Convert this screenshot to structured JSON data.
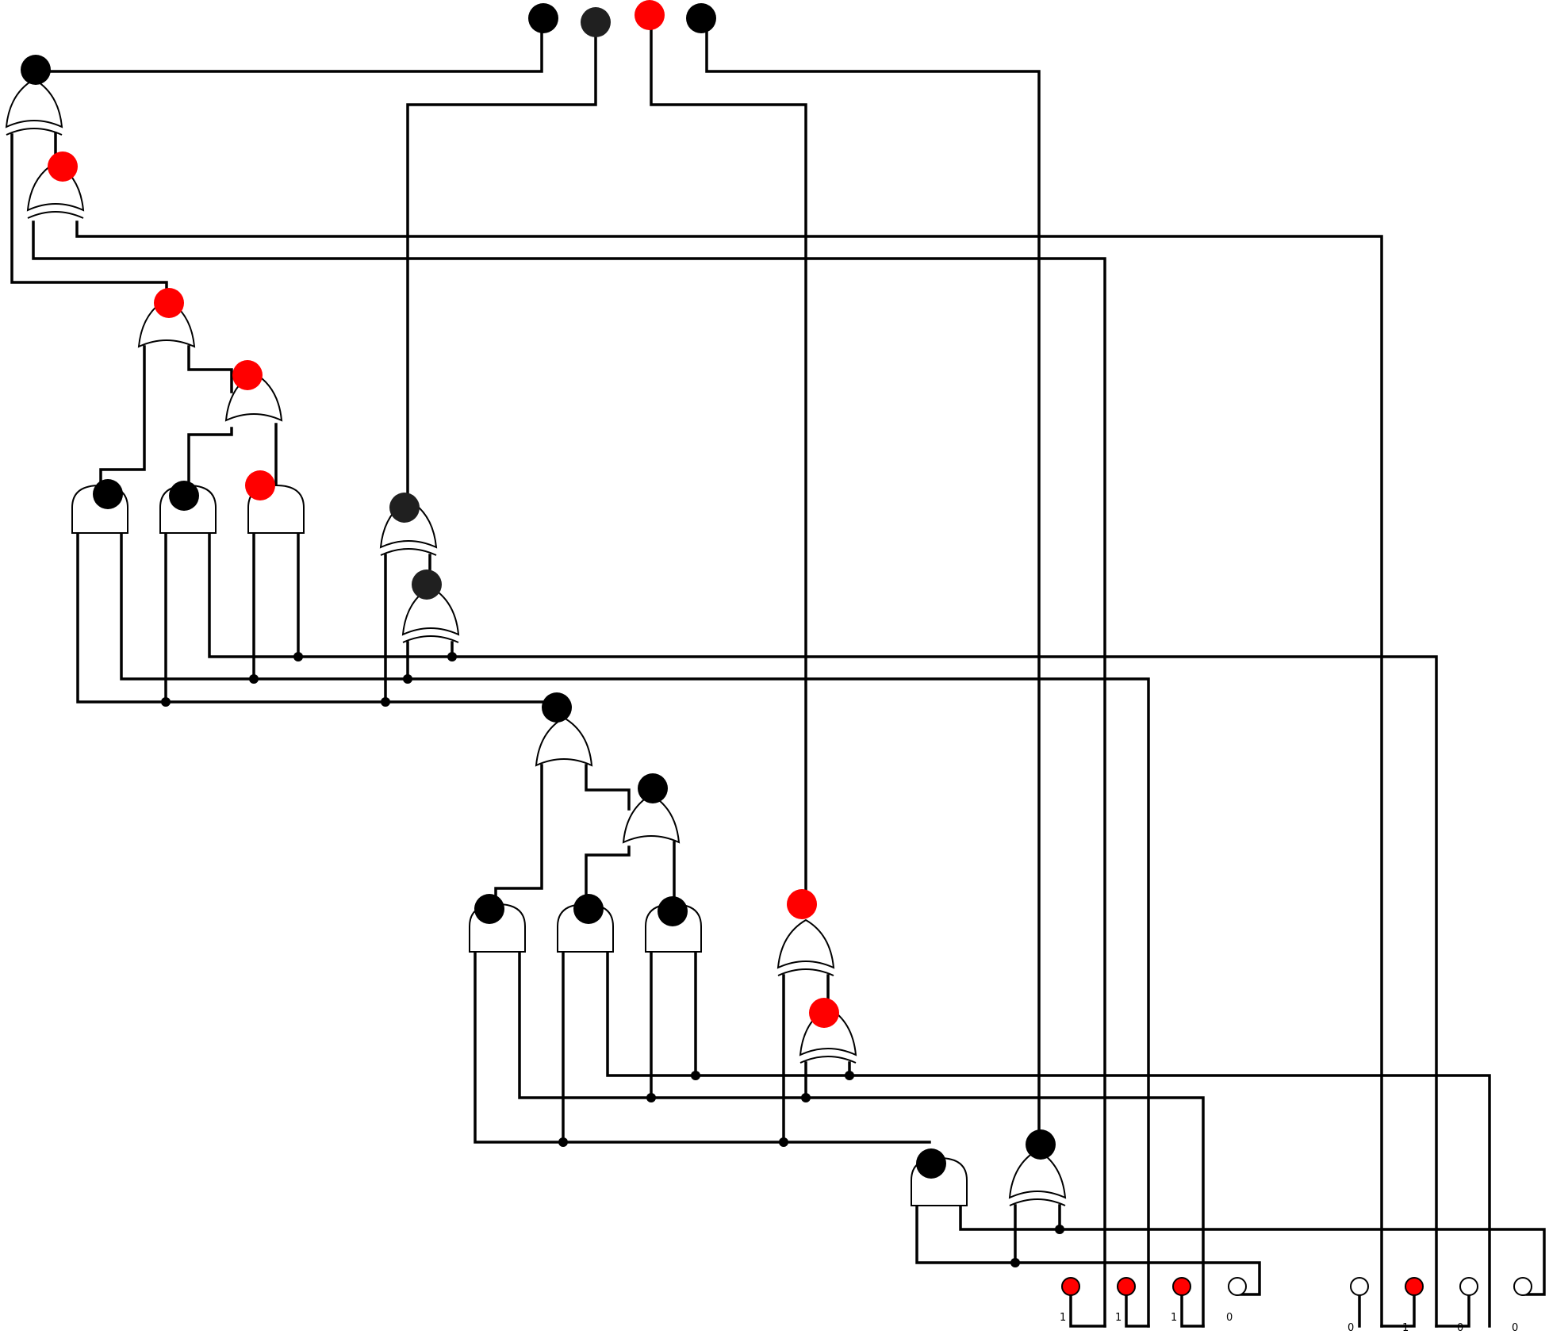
{
  "colors": {
    "wire": "#000000",
    "on": "#ff0000",
    "off": "#000000",
    "lamp_off": "#ffffff",
    "dim": "#202020"
  },
  "inputs": [
    {
      "id": "in-a",
      "state": "off"
    },
    {
      "id": "in-b",
      "state": "dim"
    },
    {
      "id": "in-c",
      "state": "on"
    },
    {
      "id": "in-d",
      "state": "off"
    }
  ],
  "gates": [
    {
      "id": "g1",
      "type": "xor",
      "state": "off"
    },
    {
      "id": "g2",
      "type": "xor",
      "state": "on"
    },
    {
      "id": "g3",
      "type": "or",
      "state": "on"
    },
    {
      "id": "g4",
      "type": "or",
      "state": "on"
    },
    {
      "id": "g5",
      "type": "and",
      "state": "off"
    },
    {
      "id": "g6",
      "type": "and",
      "state": "off"
    },
    {
      "id": "g7",
      "type": "and",
      "state": "on"
    },
    {
      "id": "g8",
      "type": "xor",
      "state": "dim"
    },
    {
      "id": "g9",
      "type": "xor",
      "state": "dim"
    },
    {
      "id": "g10",
      "type": "or",
      "state": "off"
    },
    {
      "id": "g11",
      "type": "or",
      "state": "off"
    },
    {
      "id": "g12",
      "type": "and",
      "state": "off"
    },
    {
      "id": "g13",
      "type": "and",
      "state": "off"
    },
    {
      "id": "g14",
      "type": "and",
      "state": "off"
    },
    {
      "id": "g15",
      "type": "xor",
      "state": "on"
    },
    {
      "id": "g16",
      "type": "xor",
      "state": "on"
    },
    {
      "id": "g17",
      "type": "and",
      "state": "off"
    },
    {
      "id": "g18",
      "type": "xor",
      "state": "off"
    }
  ],
  "outputs_left": [
    {
      "label": "1",
      "state": "on"
    },
    {
      "label": "1",
      "state": "on"
    },
    {
      "label": "1",
      "state": "on"
    },
    {
      "label": "0",
      "state": "off"
    }
  ],
  "outputs_right": [
    {
      "label": "0",
      "state": "off"
    },
    {
      "label": "1",
      "state": "on"
    },
    {
      "label": "0",
      "state": "off"
    },
    {
      "label": "0",
      "state": "off"
    }
  ]
}
